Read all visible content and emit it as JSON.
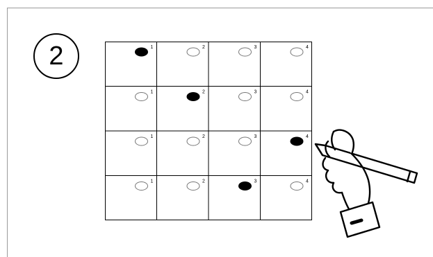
{
  "step": {
    "number": "2"
  },
  "grid": {
    "rows": 4,
    "cols": 4,
    "cell_labels": [
      "1",
      "2",
      "3",
      "4"
    ],
    "filled": [
      1,
      2,
      4,
      3
    ]
  },
  "icons": {
    "hand": "hand-writing-with-pen-icon"
  }
}
